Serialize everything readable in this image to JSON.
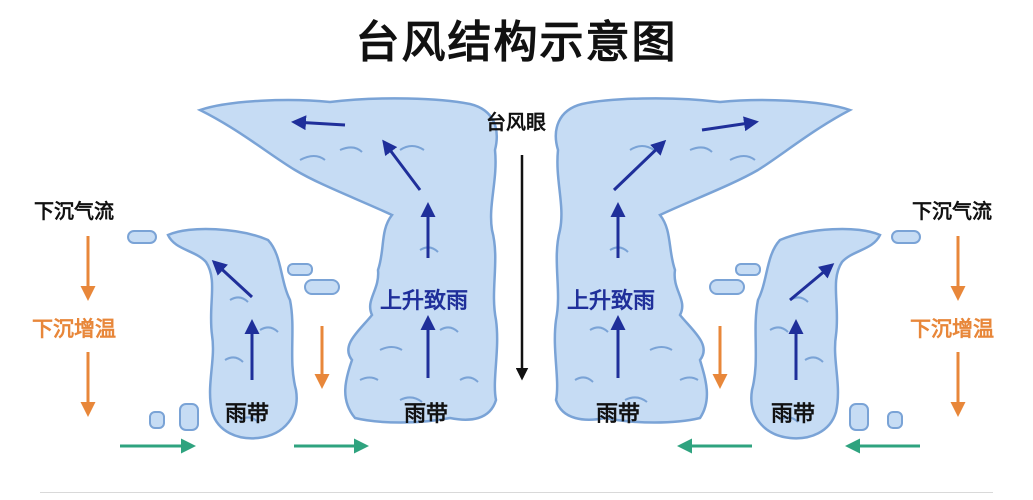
{
  "title": "台风结构示意图",
  "labels": {
    "eye": "台风眼",
    "downdraft": "下沉气流",
    "warming": "下沉增温",
    "updraft_rain": "上升致雨",
    "rainband": "雨带"
  },
  "colors": {
    "cloud_fill": "#c6dcf4",
    "cloud_stroke": "#7aa3d6",
    "updraft_arrow": "#1f2f9a",
    "sink_arrow": "#e8873a",
    "inflow_arrow": "#2fa37f",
    "eye_arrow": "#111111"
  }
}
